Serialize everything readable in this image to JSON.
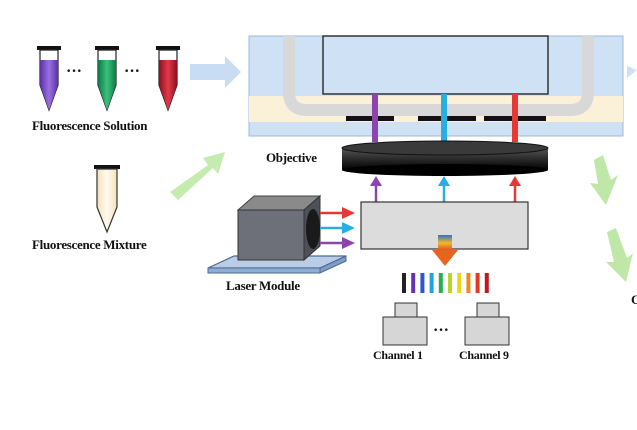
{
  "labels": {
    "fluorescence_solution": "Fluorescence Solution",
    "fluorescence_mixture": "Fluorescence Mixture",
    "objective": "Objective",
    "laser_module": "Laser Module",
    "channel_first": "Channel 1",
    "channel_last": "Channel 9",
    "ellipsis": "…",
    "cropped_right_label": "C"
  },
  "colors": {
    "tube_purple": "#7a4fc4",
    "tube_green": "#1a9e5c",
    "tube_red": "#c0182a",
    "tube_cream": "#fbf0d4",
    "chip_blue": "#cfe2f5",
    "chip_cream": "#fbf1d8",
    "channel_grey": "#dcdcdc",
    "beam_purple": "#8e44ad",
    "beam_cyan": "#29aee3",
    "beam_red": "#e53935",
    "arrow_light_blue": "#b9d3f2",
    "arrow_light_green": "#b7e8a2"
  },
  "spectrum_colors": [
    "#222222",
    "#6b2fb3",
    "#2a55d6",
    "#1fa3e0",
    "#25b04a",
    "#b6d62c",
    "#f2d21b",
    "#f08a1e",
    "#e23a22",
    "#c01820"
  ]
}
